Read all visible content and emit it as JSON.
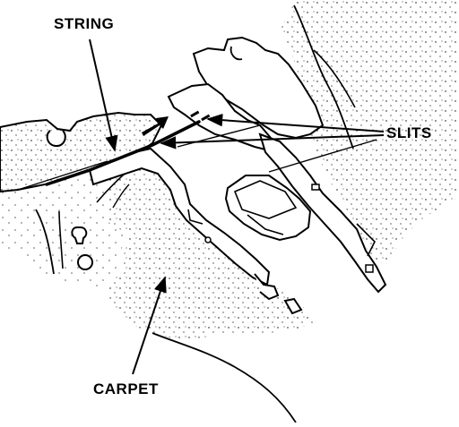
{
  "labels": {
    "string": "STRING",
    "slits": "SLITS",
    "carpet": "CARPET"
  },
  "colors": {
    "ink": "#000000",
    "paper": "#ffffff"
  }
}
